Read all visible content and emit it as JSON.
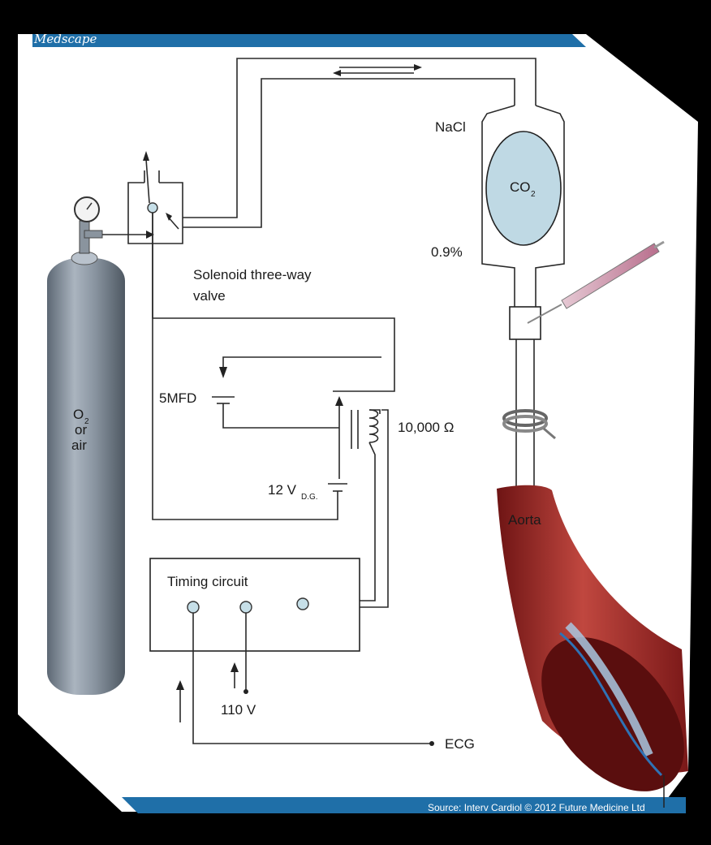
{
  "header": {
    "brand": "Medscape"
  },
  "footer": {
    "source": "Source: Interv Cardiol © 2012 Future Medicine Ltd"
  },
  "diagram": {
    "cylinder_label": {
      "line1": "O",
      "sub": "2",
      "line2": "or",
      "line3": "air"
    },
    "valve_label": {
      "line1": "Solenoid three-way",
      "line2": "valve"
    },
    "nacl": "NaCl",
    "nacl_pct": "0.9%",
    "co2": {
      "main": "CO",
      "sub": "2"
    },
    "capacitor": "5MFD",
    "resistance": "10,000 Ω",
    "battery": {
      "main": "12 V",
      "sub": "D.G."
    },
    "timing": "Timing circuit",
    "voltage": "110 V",
    "ecg": "ECG",
    "aorta": "Aorta"
  },
  "colors": {
    "panel": "#ffffff",
    "header_bar": "#1f6fa8",
    "cylinder": "#8e9aa6",
    "co2_balloon": "#bfd9e4",
    "aorta": "#9b2a2a"
  }
}
